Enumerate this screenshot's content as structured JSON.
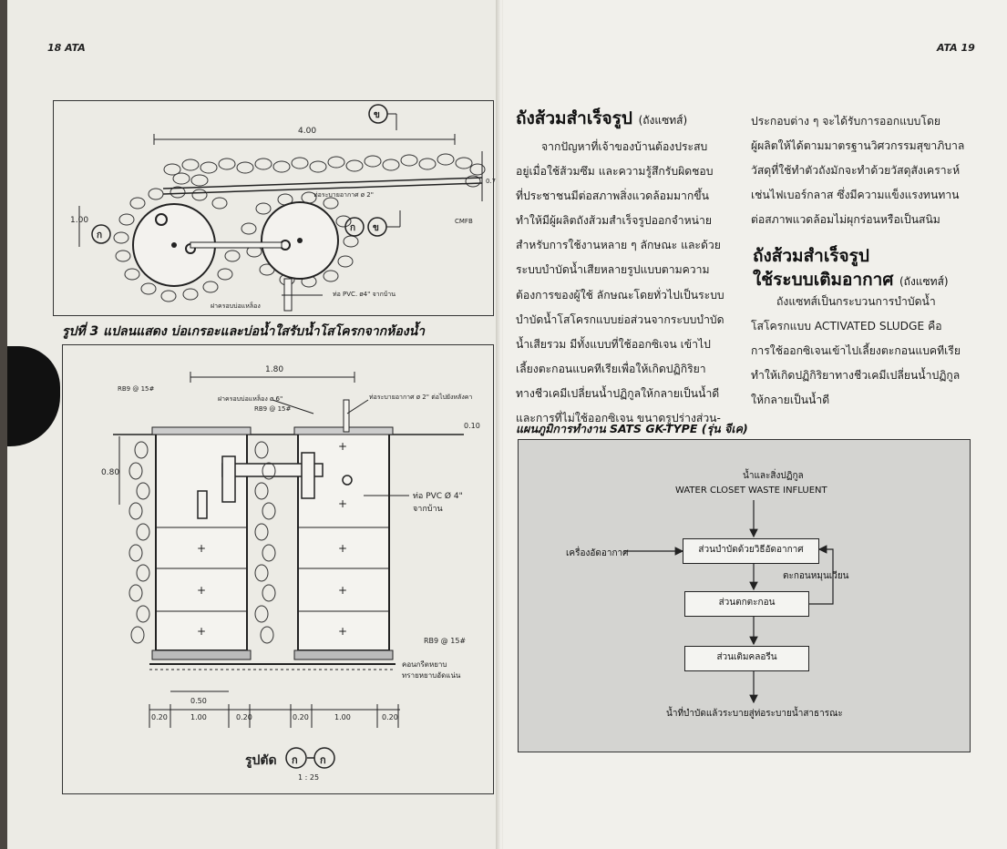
{
  "left_page": {
    "page_number": "18 ATA",
    "plan_labels": {
      "dim_top": "4.00",
      "dim_side": "1.00",
      "pipe": "ท่อระบายอากาศ ø 2\"",
      "cover": "ฝาครอบบ่อแหล็อง",
      "inlet": "ท่อ PVC. ø4\" จากบ้าน",
      "gravel": "CMFB",
      "section_left": "ก",
      "section_top": "ข",
      "section_mid_a": "ก",
      "section_mid_b": "ข",
      "depth": "0.70"
    },
    "figure_caption": "รูปที่ 3 แปลนแสดง บ่อเกรอะและบ่อน้ำใสรับน้ำโสโครกจากห้องน้ำ",
    "section_labels": {
      "dim_top": "1.80",
      "rb_left": "RB9 @ 15#",
      "cover": "ฝาครอบบ่อแหล็อง ø 6\"",
      "rb_mid": "RB9 @ 15#",
      "vent": "ท่อระบายอากาศ ø 2\" ต่อไปยังหลังคา",
      "ground": "0.10",
      "height": "0.80",
      "pvc": "ท่อ PVC Ø 4\"",
      "pvc_from": "จากบ้าน",
      "rb_bottom": "RB9 @ 15#",
      "concrete": "คอนกรีตหยาบ",
      "sand": "ทรายหยาบอัดแน่น",
      "d050": "0.50",
      "d020a": "0.20",
      "d100a": "1.00",
      "d020b": "0.20",
      "d020c": "0.20",
      "d100b": "1.00",
      "d020d": "0.20",
      "title": "รูปตัด",
      "title_a": "ก",
      "title_b": "ก",
      "scale": "1 : 25"
    }
  },
  "right_page": {
    "page_number": "ATA 19",
    "heading1": "ถังส้วมสำเร็จรูป",
    "heading1_sub": "(ถังแซทส์)",
    "para1": [
      "จากปัญหาที่เจ้าของบ้านต้องประสบ",
      "อยู่เมื่อใช้ส้วมซึม และความรู้สึกรับผิดชอบ",
      "ที่ประชาชนมีต่อสภาพสิ่งแวดล้อมมากขึ้น",
      "ทำให้มีผู้ผลิตถังส้วมสำเร็จรูปออกจำหน่าย",
      "สำหรับการใช้งานหลาย ๆ ลักษณะ และด้วย",
      "ระบบบำบัดน้ำเสียหลายรูปแบบตามความ",
      "ต้องการของผู้ใช้ ลักษณะโดยทั่วไปเป็นระบบ",
      "บำบัดน้ำโสโครกแบบย่อส่วนจากระบบบำบัด",
      "น้ำเสียรวม มีทั้งแบบที่ใช้ออกซิเจน เข้าไป",
      "เลี้ยงตะกอนแบคทีเรียเพื่อให้เกิดปฏิกิริยา",
      "ทางชีวเคมีเปลี่ยนน้ำปฏิกูลให้กลายเป็นน้ำดี",
      "และการที่ไม่ใช้ออกซิเจน ขนาดรูปร่างส่วน-"
    ],
    "para2": [
      "ประกอบต่าง ๆ จะได้รับการออกแบบโดย",
      "ผู้ผลิตให้ได้ตามมาตรฐานวิศวกรรมสุขาภิบาล",
      "วัสดุที่ใช้ทำตัวถังมักจะทำด้วยวัสดุสังเคราะห์",
      "เช่นไฟเบอร์กลาส ซึ่งมีความแข็งแรงทนทาน",
      "ต่อสภาพแวดล้อมไม่ผุกร่อนหรือเป็นสนิม"
    ],
    "heading2_line1": "ถังส้วมสำเร็จรูป",
    "heading2_line2": "ใช้ระบบเติมอากาศ",
    "heading2_sub": "(ถังแซทส์)",
    "para3": [
      "ถังแซทส์เป็นกระบวนการบำบัดน้ำ",
      "โสโครกแบบ ACTIVATED SLUDGE คือ",
      "การใช้ออกซิเจนเข้าไปเลี้ยงตะกอนแบคทีเรีย",
      "ทำให้เกิดปฏิกิริยาทางชีวเคมีเปลี่ยนน้ำปฏิกูล",
      "ให้กลายเป็นน้ำดี"
    ],
    "flow_title": "แผนภูมิการทำงาน SATS GK-TYPE (รุ่น จีเค)",
    "flow": {
      "influent_th": "น้ำและสิ่งปฏิกูล",
      "influent_en": "WATER CLOSET WASTE INFLUENT",
      "blower": "เครื่องอัดอากาศ",
      "box1": "ส่วนบำบัดด้วยวิธีอัดอากาศ",
      "recycle": "ตะกอนหมุนเวียน",
      "box2": "ส่วนตกตะกอน",
      "box3": "ส่วนเติมคลอรีน",
      "effluent": "น้ำที่บำบัดแล้วระบายสู่ท่อระบายน้ำสาธารณะ"
    }
  }
}
